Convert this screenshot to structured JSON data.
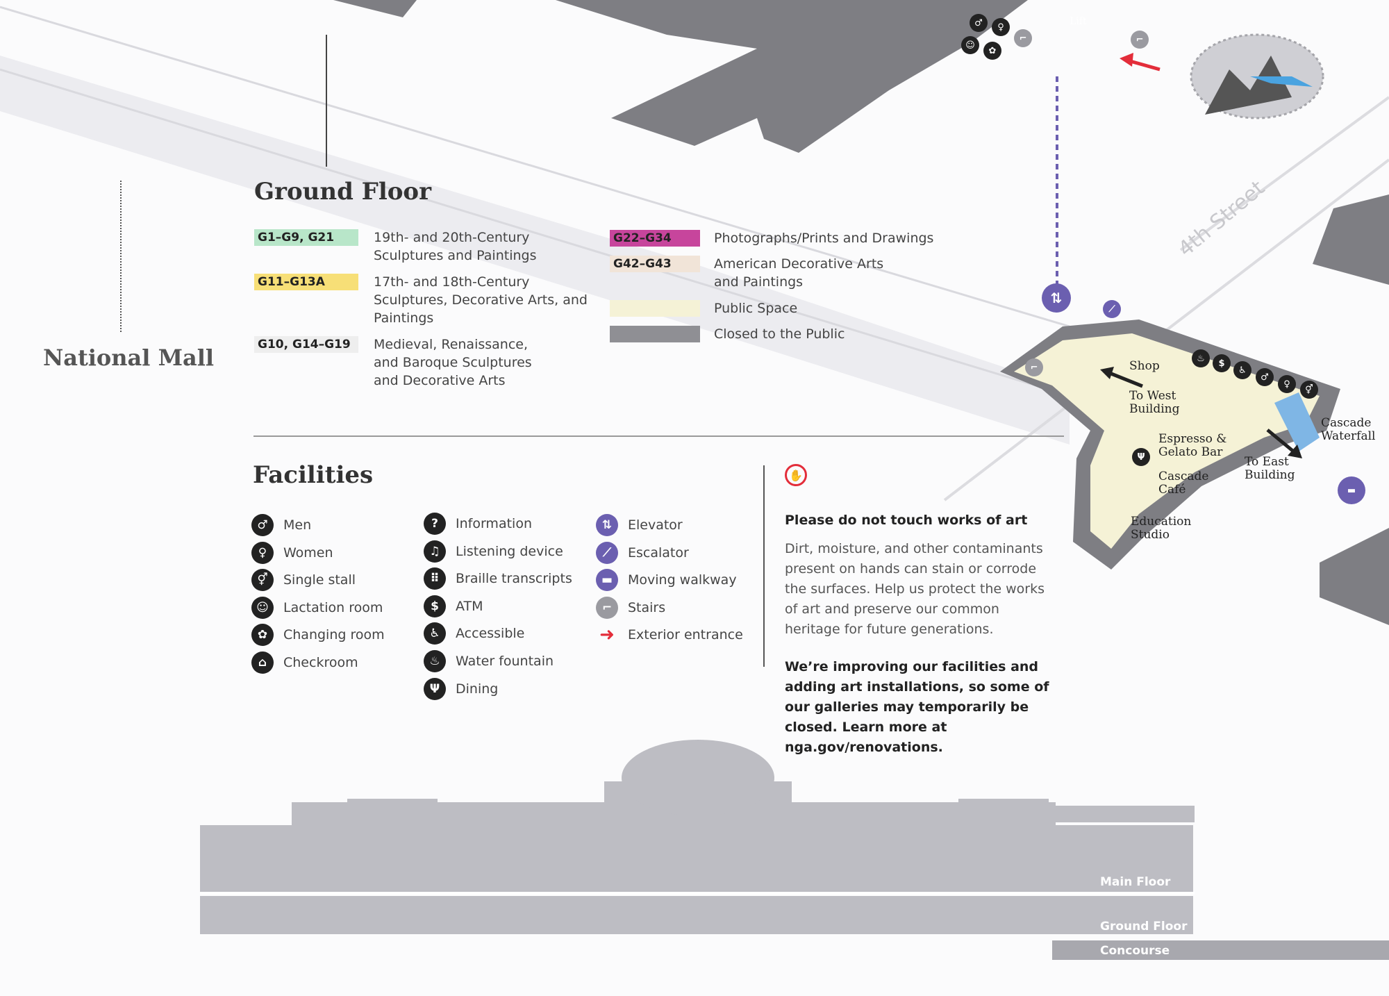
{
  "headings": {
    "ground_floor": "Ground Floor",
    "facilities": "Facilities",
    "national_mall": "National Mall",
    "fourth_street": "4th Street"
  },
  "legend": [
    {
      "code": "G1–G9, G21",
      "color": "#b8e6c9",
      "text": "19th- and 20th-Century Sculptures and Paintings"
    },
    {
      "code": "G11–G13A",
      "color": "#f7df77",
      "text": "17th- and 18th-Century Sculptures, Decorative Arts, and Paintings"
    },
    {
      "code": "G10, G14–G19",
      "color": "#eeeeee",
      "text": "Medieval, Renaissance, and Baroque Sculptures and Decorative Arts"
    },
    {
      "code": "G22–G34",
      "color": "#c7459c",
      "text": "Photographs/Prints and Drawings"
    },
    {
      "code": "G42–G43",
      "color": "#f1e4d8",
      "text": "American Decorative Arts and Paintings"
    },
    {
      "code": "",
      "color": "#f5f2d6",
      "text": "Public Space"
    },
    {
      "code": "",
      "color": "#8f8f94",
      "text": "Closed to the Public"
    }
  ],
  "facilities": {
    "col1": [
      {
        "icon": "men-icon",
        "glyph": "♂",
        "label": "Men"
      },
      {
        "icon": "women-icon",
        "glyph": "♀",
        "label": "Women"
      },
      {
        "icon": "single-stall-icon",
        "glyph": "⚥",
        "label": "Single stall"
      },
      {
        "icon": "lactation-room-icon",
        "glyph": "☺",
        "label": "Lactation room"
      },
      {
        "icon": "changing-room-icon",
        "glyph": "✿",
        "label": "Changing room"
      },
      {
        "icon": "checkroom-icon",
        "glyph": "⌂",
        "label": "Checkroom"
      }
    ],
    "col2": [
      {
        "icon": "information-icon",
        "glyph": "?",
        "label": "Information"
      },
      {
        "icon": "listening-device-icon",
        "glyph": "♫",
        "label": "Listening device"
      },
      {
        "icon": "braille-icon",
        "glyph": "⠿",
        "label": "Braille transcripts"
      },
      {
        "icon": "atm-icon",
        "glyph": "$",
        "label": "ATM"
      },
      {
        "icon": "accessible-icon",
        "glyph": "♿",
        "label": "Accessible"
      },
      {
        "icon": "water-fountain-icon",
        "glyph": "♨",
        "label": "Water fountain"
      },
      {
        "icon": "dining-icon",
        "glyph": "Ψ",
        "label": "Dining"
      }
    ],
    "col3": [
      {
        "icon": "elevator-icon",
        "glyph": "⇅",
        "label": "Elevator",
        "style": "purple"
      },
      {
        "icon": "escalator-icon",
        "glyph": "⟋",
        "label": "Escalator",
        "style": "purple"
      },
      {
        "icon": "moving-walkway-icon",
        "glyph": "▬",
        "label": "Moving walkway",
        "style": "purple"
      },
      {
        "icon": "stairs-icon",
        "glyph": "⌐",
        "label": "Stairs",
        "style": "gray"
      },
      {
        "icon": "exterior-entrance-icon",
        "glyph": "➜",
        "label": "Exterior entrance",
        "style": "arrow"
      }
    ]
  },
  "notice": {
    "title": "Please do not touch works of art",
    "body": "Dirt, moisture, and other contaminants present on hands can stain or corrode the surfaces. Help us protect the works of art and preserve our common heritage for future generations.",
    "improving": "We’re improving our facilities and adding art installations, so some of our galleries may temporarily be closed. Learn more at nga.gov/renovations."
  },
  "map_labels": {
    "shop": "Shop",
    "to_west": "To West Building",
    "espresso": "Espresso & Gelato Bar",
    "cascade_cafe": "Cascade Café",
    "cascade_waterfall": "Cascade Waterfall",
    "to_east": "To East Building",
    "education": "Education Studio",
    "lift": "Lift"
  },
  "floors": {
    "main": "Main Floor",
    "ground": "Ground Floor",
    "concourse": "Concourse"
  }
}
